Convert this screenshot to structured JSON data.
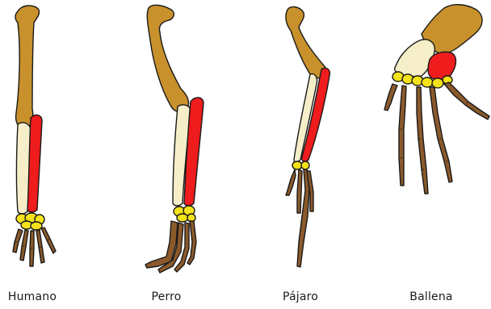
{
  "labels": {
    "human": "Humano",
    "dog": "Perro",
    "bird": "Pájaro",
    "whale": "Ballena"
  },
  "colors": {
    "humerus": "#c8912c",
    "ulna": "#f5eec9",
    "radius": "#ee1c1c",
    "carpals": "#f4e21a",
    "digits": "#8b5a2b",
    "outline": "#1a1a1a"
  }
}
